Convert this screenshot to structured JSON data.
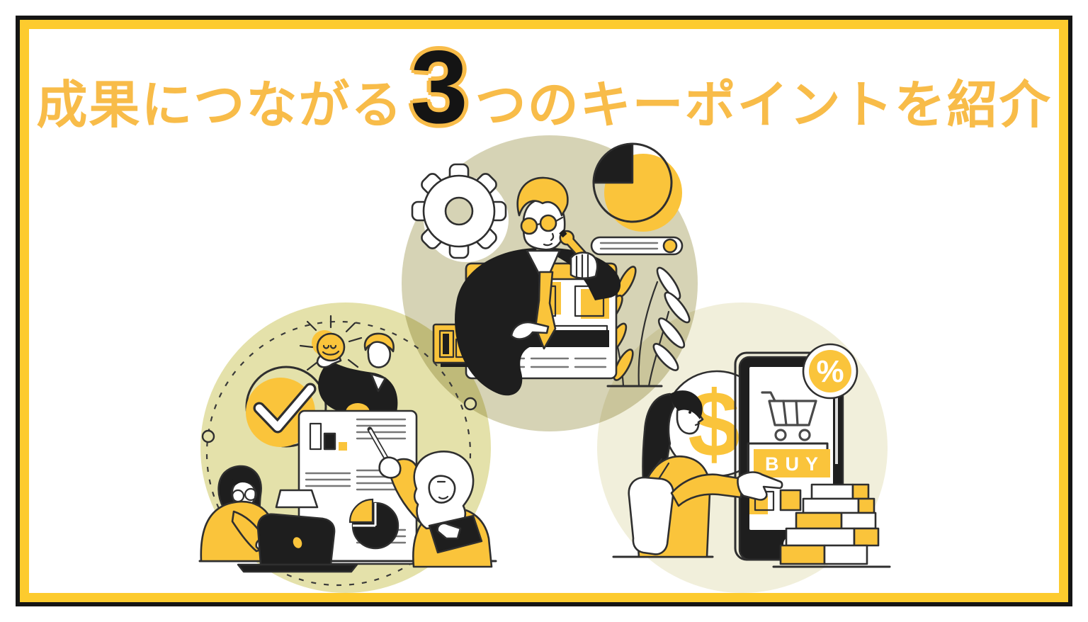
{
  "title": {
    "prefix": "成果につながる",
    "number": "3",
    "suffix": "つのキーポイントを紹介",
    "text_color": "#F8BC49",
    "number_fill": "#141414",
    "number_outline": "#F8BC49"
  },
  "palette": {
    "frame_black": "#151515",
    "frame_yellow": "#FDCB2E",
    "illustration_yellow": "#FAC43B",
    "ink_outline": "#2F2F2F",
    "suit_black": "#1E1E1E",
    "circle_top": "#D6D3B5",
    "circle_bottom_left": "#E4E1AA",
    "circle_bottom_right": "#F1EFDB",
    "background": "#FFFFFF"
  },
  "scenes": {
    "web_maintenance": {
      "label": "web-maintenance-illustration",
      "bg_color": "#D6D3B5",
      "icons": [
        "gear-icon",
        "pie-chart-icon",
        "search-bar",
        "browser-window",
        "wrench-icon",
        "bar-chart-icon",
        "plant"
      ]
    },
    "team_ideas": {
      "label": "team-analysis-illustration",
      "bg_color": "#E4E1AA",
      "icons": [
        "check-badge-icon",
        "lightbulb-icon",
        "report-document",
        "bar-chart-icon",
        "pie-chart-icon",
        "laptop"
      ]
    },
    "shopping": {
      "label": "mobile-shopping-illustration",
      "bg_color": "#F1EFDB",
      "icons": [
        "dollar-coin-icon",
        "smartphone",
        "cart-icon",
        "percent-badge-icon",
        "gift-boxes",
        "shopping-bag-icon"
      ],
      "buy_label": "BUY",
      "percent_symbol": "%",
      "dollar_symbol": "$"
    }
  }
}
